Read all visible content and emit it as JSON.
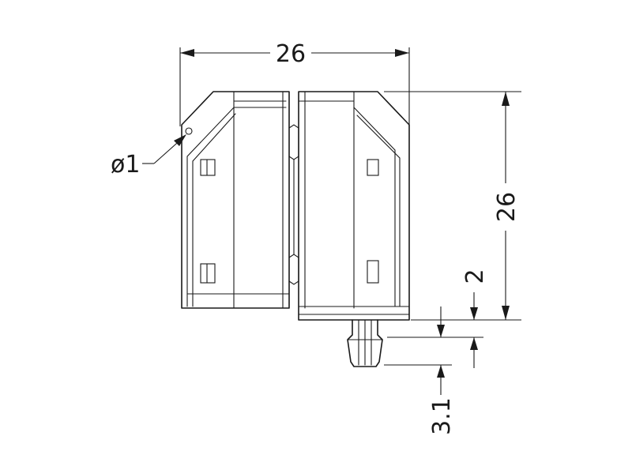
{
  "dimensions": {
    "overall_width": "26",
    "overall_height": "26",
    "hole_diameter": "ø1",
    "pin_offset": "2",
    "pin_length": "3.1"
  },
  "colors": {
    "line": "#1a1a1a",
    "background": "#ffffff"
  }
}
